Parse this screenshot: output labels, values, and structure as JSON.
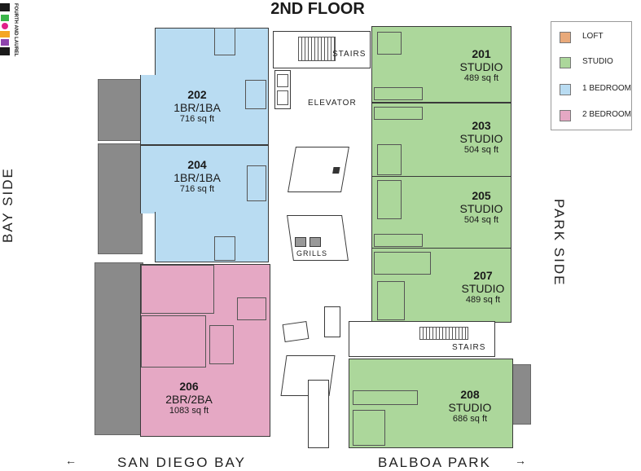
{
  "title": "2ND FLOOR",
  "logo_text": "FOURTH AND LAUREL",
  "legend": [
    {
      "label": "LOFT",
      "color": "#e8a97a"
    },
    {
      "label": "STUDIO",
      "color": "#acd79b"
    },
    {
      "label": "1 BEDROOM",
      "color": "#b9dcf2"
    },
    {
      "label": "2 BEDROOM",
      "color": "#e5a8c4"
    }
  ],
  "units": {
    "u201": {
      "number": "201",
      "type": "STUDIO",
      "size": "489 sq ft"
    },
    "u202": {
      "number": "202",
      "type": "1BR/1BA",
      "size": "716 sq ft"
    },
    "u203": {
      "number": "203",
      "type": "STUDIO",
      "size": "504 sq ft"
    },
    "u204": {
      "number": "204",
      "type": "1BR/1BA",
      "size": "716 sq ft"
    },
    "u205": {
      "number": "205",
      "type": "STUDIO",
      "size": "504 sq ft"
    },
    "u206": {
      "number": "206",
      "type": "2BR/2BA",
      "size": "1083 sq ft"
    },
    "u207": {
      "number": "207",
      "type": "STUDIO",
      "size": "489 sq ft"
    },
    "u208": {
      "number": "208",
      "type": "STUDIO",
      "size": "686 sq ft"
    }
  },
  "core": {
    "stairs_top": "STAIRS",
    "elevator": "ELEVATOR",
    "grills": "GRILLS",
    "stairs_bottom": "STAIRS"
  },
  "sides": {
    "left": "BAY SIDE",
    "right": "PARK SIDE"
  },
  "bottom": {
    "left": "SAN DIEGO BAY",
    "right": "BALBOA PARK"
  }
}
